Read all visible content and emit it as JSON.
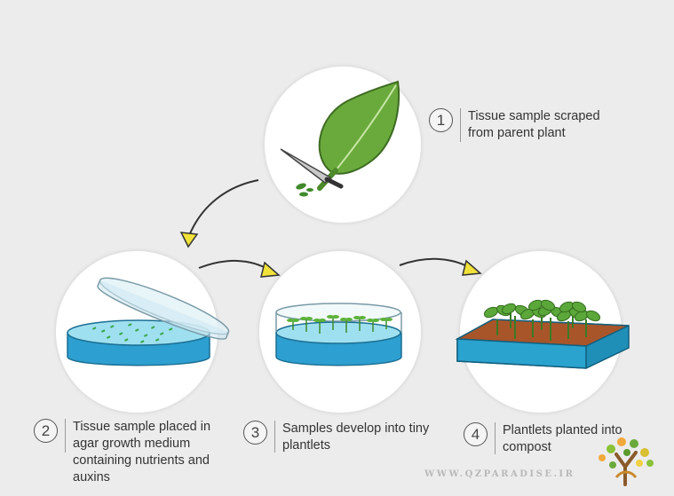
{
  "steps": [
    {
      "number": "1",
      "lines": [
        "Tissue sample scraped",
        "from parent plant"
      ]
    },
    {
      "number": "2",
      "lines": [
        "Tissue sample placed in",
        "agar growth medium",
        "containing nutrients and",
        "auxins"
      ]
    },
    {
      "number": "3",
      "lines": [
        "Samples develop into tiny",
        "plantlets"
      ]
    },
    {
      "number": "4",
      "lines": [
        "Plantlets planted into",
        "compost"
      ]
    }
  ],
  "watermark": "WWW.QZPARADISE.IR",
  "colors": {
    "background": "#ececec",
    "leaf": "#6aaa3c",
    "dish_blue": "#2d9fd0",
    "agar_light": "#9fe0f0",
    "arrow_yellow": "#f0e23a",
    "tray_blue": "#1f8fb8",
    "soil": "#a8552a"
  },
  "icons": [
    "leaf-icon",
    "scalpel-icon",
    "petri-dish-icon",
    "plantlet-dish-icon",
    "seedling-tray-icon",
    "tree-hands-logo"
  ]
}
